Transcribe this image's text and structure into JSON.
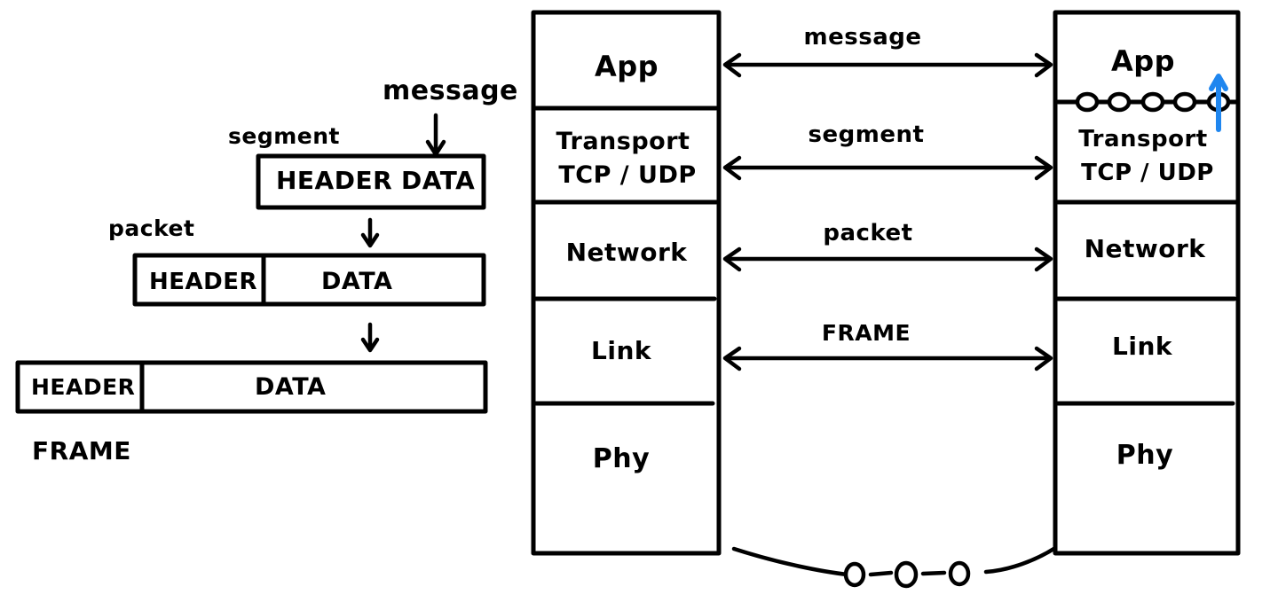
{
  "diagram": {
    "title": "Network protocol stack encapsulation diagram",
    "background_color": "#ffffff",
    "ink_color": "#000000",
    "accent_color": "#1f86ef"
  },
  "encapsulation": {
    "incoming_label": "message",
    "levels": [
      {
        "name": "segment",
        "label": "segment",
        "header_text": "HEADER",
        "data_text": "DATA",
        "has_internal_divider": false
      },
      {
        "name": "packet",
        "label": "packet",
        "header_text": "HEADER",
        "data_text": "DATA",
        "has_internal_divider": true
      },
      {
        "name": "frame",
        "label": "FRAME",
        "header_text": "HEADER",
        "data_text": "DATA",
        "has_internal_divider": true
      }
    ]
  },
  "stacks": {
    "left": {
      "name": "sender-stack",
      "layers": [
        {
          "line1": "App",
          "line2": ""
        },
        {
          "line1": "Transport",
          "line2": "TCP / UDP"
        },
        {
          "line1": "Network",
          "line2": ""
        },
        {
          "line1": "Link",
          "line2": ""
        },
        {
          "line1": "Phy",
          "line2": ""
        }
      ]
    },
    "right": {
      "name": "receiver-stack",
      "layers": [
        {
          "line1": "App",
          "line2": ""
        },
        {
          "line1": "Transport",
          "line2": "TCP / UDP"
        },
        {
          "line1": "Network",
          "line2": ""
        },
        {
          "line1": "Link",
          "line2": ""
        },
        {
          "line1": "Phy",
          "line2": ""
        }
      ],
      "socket_row_circle_count": 5,
      "up_arrow_color": "#1f86ef"
    }
  },
  "peer_arrows": [
    {
      "label": "message",
      "layer": "App"
    },
    {
      "label": "segment",
      "layer": "Transport"
    },
    {
      "label": "packet",
      "layer": "Network"
    },
    {
      "label": "FRAME",
      "layer": "Link"
    }
  ],
  "physical_link": {
    "name": "physical-medium",
    "node_count": 3
  }
}
